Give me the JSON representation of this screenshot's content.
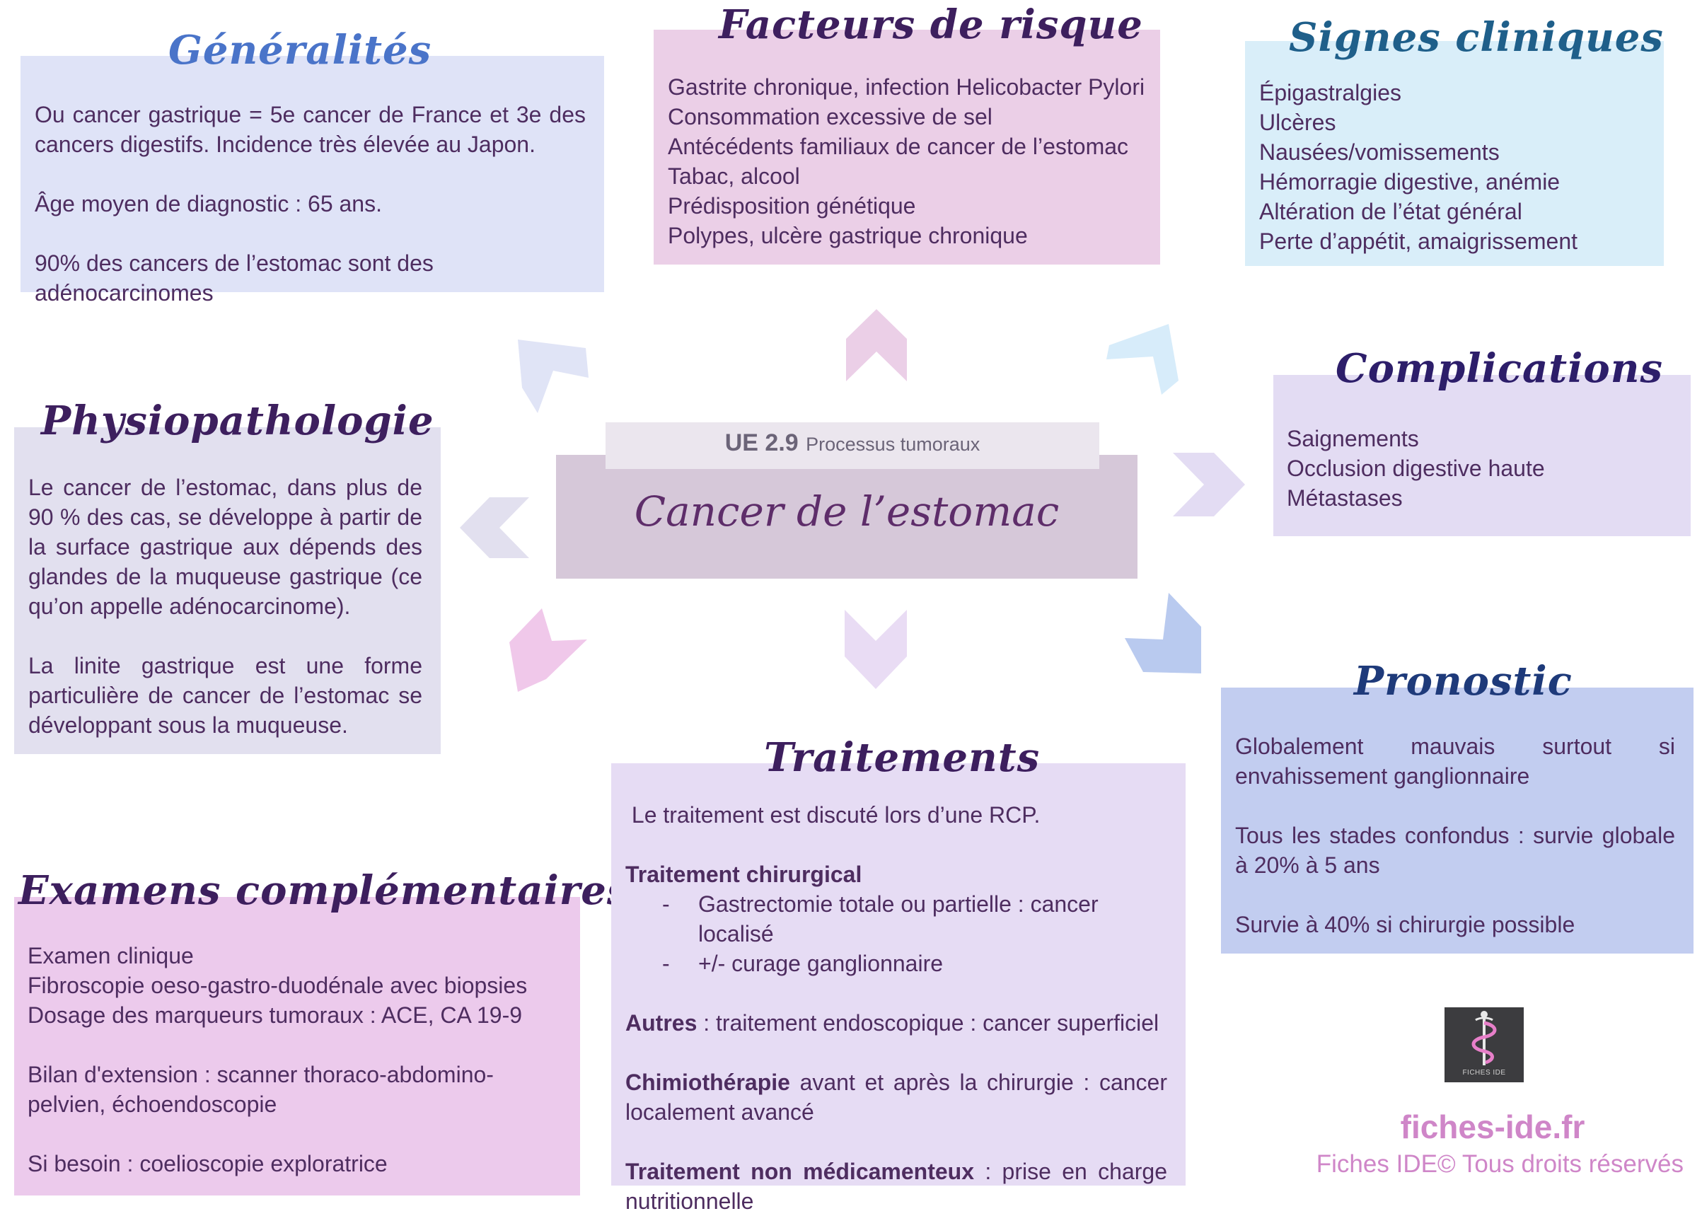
{
  "center": {
    "ue_code": "UE 2.9",
    "ue_label": "Processus tumoraux",
    "title": "Cancer de l’estomac"
  },
  "generalites": {
    "title": "Généralités",
    "lines": [
      "Ou cancer gastrique = 5e cancer de France et 3e des cancers digestifs. Incidence très élevée au Japon.",
      "Âge moyen de diagnostic : 65 ans.",
      "90% des cancers de l’estomac sont des adénocarcinomes"
    ]
  },
  "facteurs": {
    "title": "Facteurs de risque",
    "items": [
      "Gastrite chronique, infection Helicobacter Pylori",
      "Consommation excessive de sel",
      "Antécédents familiaux de cancer de l’estomac",
      "Tabac, alcool",
      "Prédisposition génétique",
      "Polypes, ulcère gastrique chronique"
    ]
  },
  "signes": {
    "title": "Signes cliniques",
    "items": [
      "Épigastralgies",
      "Ulcères",
      "Nausées/vomissements",
      "Hémorragie digestive, anémie",
      "Altération de l’état général",
      "Perte d’appétit, amaigrissement"
    ]
  },
  "physio": {
    "title": "Physiopathologie",
    "paragraphs": [
      "Le cancer de l’estomac, dans plus de 90 % des cas, se développe à partir de la surface gastrique aux dépends des glandes de la muqueuse gastrique (ce qu’on appelle adénocarcinome).",
      "La linite gastrique est une forme particulière de cancer de l’estomac se développant sous la muqueuse."
    ]
  },
  "complications": {
    "title": "Complications",
    "items": [
      "Saignements",
      "Occlusion digestive haute",
      "Métastases"
    ]
  },
  "examens": {
    "title": "Examens complémentaires",
    "group1": [
      "Examen clinique",
      "Fibroscopie oeso-gastro-duodénale avec biopsies",
      "Dosage des marqueurs tumoraux : ACE, CA 19-9"
    ],
    "bilan": "Bilan d'extension : scanner thoraco-abdomino-pelvien, échoendoscopie",
    "besoin": "Si besoin : coelioscopie exploratrice"
  },
  "traitements": {
    "title": "Traitements",
    "intro": " Le traitement est discuté lors d’une RCP.",
    "chir_label": "Traitement chirurgical",
    "chir_items": [
      "Gastrectomie totale ou partielle : cancer localisé",
      "+/- curage ganglionnaire"
    ],
    "autres_label": "Autres",
    "autres_text": " : traitement endoscopique : cancer superficiel",
    "chimio_label": "Chimiothérapie",
    "chimio_text": " avant et après la chirurgie : cancer localement avancé",
    "nonmed_label": "Traitement non médicamenteux",
    "nonmed_text": " : prise en charge nutritionnelle"
  },
  "pronostic": {
    "title": "Pronostic",
    "paragraphs": [
      "Globalement mauvais surtout si envahissement ganglionnaire",
      "Tous les stades confondus : survie globale à 20% à 5 ans",
      "Survie à 40% si chirurgie possible"
    ]
  },
  "footer": {
    "logo_text": "FICHES IDE",
    "site": "fiches-ide.fr",
    "copyright": "Fiches IDE© Tous droits réservés"
  },
  "colors": {
    "generalites_bg": "#dfe3f7",
    "facteurs_bg": "#ebcfe7",
    "signes_bg": "#d9eef9",
    "physio_bg": "#e2e0ef",
    "complications_bg": "#e3dcf3",
    "examens_bg": "#eccaec",
    "traitements_bg": "#e6dcf4",
    "pronostic_bg": "#c2cdf0",
    "center_bg": "#d6c8d9",
    "ue_bg": "#ebe6ee",
    "title_blue": "#4a74c9",
    "title_purple": "#3d1f5e",
    "footer_pink": "#cf86c8"
  }
}
